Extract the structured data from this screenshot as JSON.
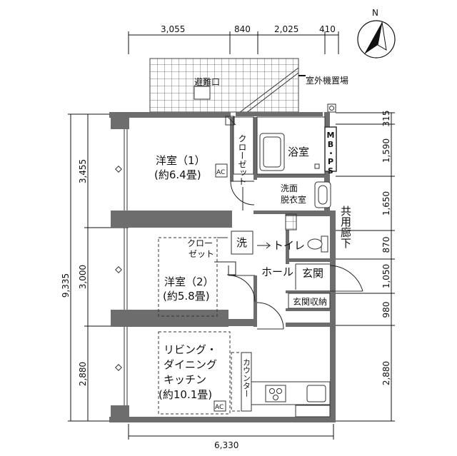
{
  "compass": {
    "north_label": "N"
  },
  "dimensions": {
    "top": [
      "3,055",
      "840",
      "2,025",
      "410"
    ],
    "bottom": "6,330",
    "left_total": "9,335",
    "left": [
      "3,455",
      "3,000",
      "2,880"
    ],
    "right": [
      "315",
      "1,590",
      "1,650",
      "870",
      "1,050",
      "980",
      "2,880"
    ]
  },
  "rooms": {
    "balcony_hatch": "避難口",
    "outdoor_unit": "室外機置場",
    "western1_name": "洋室（1）",
    "western1_size": "(約6.4畳)",
    "closet1": "クローゼット",
    "bath": "浴室",
    "mbps": "MB・PS",
    "washroom_line1": "洗面",
    "washroom_line2": "脱衣室",
    "corridor": "共用廊下",
    "closet2_line1": "クロー",
    "closet2_line2": "ゼット",
    "washer": "洗",
    "toilet": "トイレ",
    "western2_name": "洋室（2）",
    "western2_size": "(約5.8畳)",
    "hall": "ホール",
    "entrance": "玄関",
    "entrance_storage": "玄関収納",
    "ldk_line1": "リビング・",
    "ldk_line2": "ダイニング",
    "ldk_line3": "キッチン",
    "ldk_size": "(約10.1畳)",
    "counter": "カウンター",
    "ac1": "AC",
    "ac2": "AC"
  }
}
